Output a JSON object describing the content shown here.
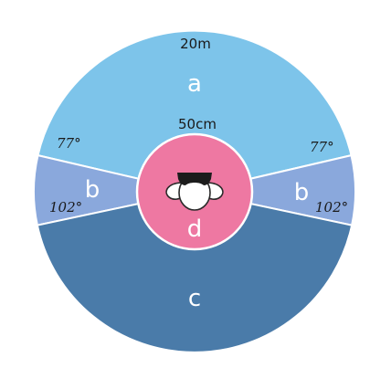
{
  "colors": {
    "zone_a": "#7DC4EA",
    "zone_b": "#8AA8DC",
    "zone_c": "#4A7BA9",
    "zone_d": "#EE78A2",
    "head_outline": "#2a2a2a",
    "head_fill": "#ffffff",
    "hair": "#1c1c1c",
    "label_text": "#ffffff",
    "annotation_text": "#1a1a1a"
  },
  "labels": {
    "outer_radius": "20m",
    "inner_radius": "50cm",
    "zone_a": "a",
    "zone_b_left": "b",
    "zone_b_right": "b",
    "zone_c": "c",
    "zone_d": "d",
    "angle_top_left": "77°",
    "angle_top_right": "77°",
    "angle_bottom_left": "102°",
    "angle_bottom_right": "102°"
  },
  "icons": {
    "head": "person-head-top-view-icon"
  }
}
